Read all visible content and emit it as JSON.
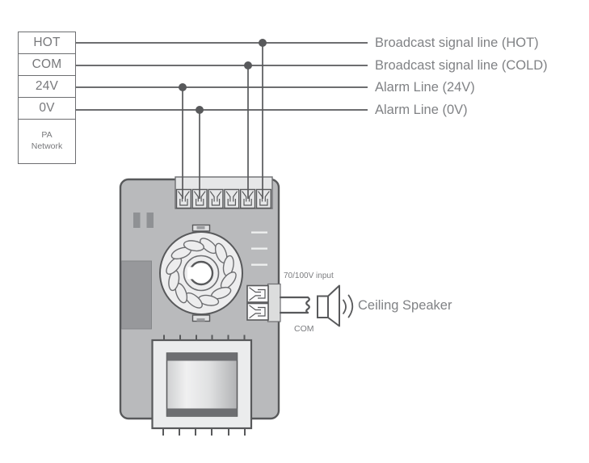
{
  "source_box": {
    "terminals": [
      "HOT",
      "COM",
      "24V",
      "0V"
    ],
    "footer_lines": [
      "PA",
      "Network"
    ]
  },
  "wire_labels": [
    "Broadcast signal line (HOT)",
    "Broadcast signal line (COLD)",
    "Alarm Line (24V)",
    "Alarm Line (0V)"
  ],
  "speaker": {
    "input_label": "70/100V input",
    "com_label": "COM",
    "device_label": "Ceiling Speaker"
  },
  "colors": {
    "wire": "#58595b",
    "box_border": "#6d6e71",
    "box_text": "#77787b",
    "label_text": "#808285",
    "body_fill": "#b9babc",
    "panel_light": "#e6e7e8",
    "dark_patch": "#97989b"
  }
}
